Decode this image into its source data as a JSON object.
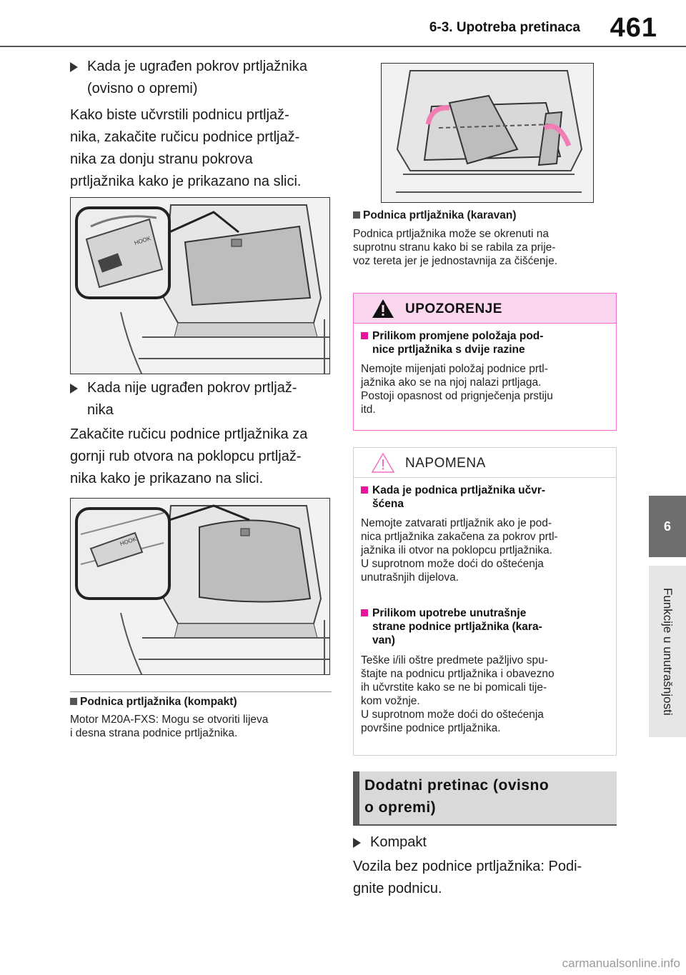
{
  "header": {
    "section_title": "6-3. Upotreba pretinaca",
    "page_number": "461"
  },
  "side_tab": {
    "chapter_number": "6",
    "chapter_title": "Funkcije u unutrašnjosti"
  },
  "left": {
    "bullet1": [
      "Kada je ugrađen pokrov prtljažnika",
      "(ovisno o opremi)"
    ],
    "para1": [
      "Kako biste učvrstili podnicu prtljaž-",
      "nika, zakačite ručicu podnice prtljaž-",
      "nika za donju stranu pokrova",
      "prtljažnika kako je prikazano na slici."
    ],
    "bullet2": [
      "Kada nije ugrađen pokrov prtljaž-",
      "nika"
    ],
    "para2": [
      "Zakačite ručicu podnice prtljažnika za",
      "gornji rub otvora na poklopcu prtljaž-",
      "nika kako je prikazano na slici."
    ],
    "compact_heading": "Podnica prtljažnika (kompakt)",
    "compact_body": [
      "Motor M20A-FXS: Mogu se otvoriti lijeva",
      "i desna strana podnice prtljažnika."
    ],
    "fig_label": "HOOK"
  },
  "right": {
    "wagon_heading": "Podnica prtljažnika (karavan)",
    "wagon_body": [
      "Podnica prtljažnika može se okrenuti na",
      "suprotnu stranu kako bi se rabila za prije-",
      "voz tereta jer je jednostavnija za čišćenje."
    ],
    "warning": {
      "title": "UPOZORENJE",
      "item1_head": [
        "Prilikom promjene položaja pod-",
        "nice prtljažnika s dvije razine"
      ],
      "item1_body": [
        "Nemojte mijenjati položaj podnice prtl-",
        "jažnika ako se na njoj nalazi prtljaga.",
        "Postoji opasnost od prignječenja prstiju",
        "itd."
      ]
    },
    "note": {
      "title": "NAPOMENA",
      "item1_head": [
        "Kada je podnica prtljažnika učvr-",
        "šćena"
      ],
      "item1_body": [
        "Nemojte zatvarati prtljažnik ako je pod-",
        "nica prtljažnika zakačena za pokrov prtl-",
        "jažnika ili otvor na poklopcu prtljažnika.",
        "U suprotnom može doći do oštećenja",
        "unutrašnjih dijelova."
      ],
      "item2_head": [
        "Prilikom upotrebe unutrašnje",
        "strane podnice prtljažnika (kara-",
        "van)"
      ],
      "item2_body": [
        "Teške i/ili oštre predmete pažljivo spu-",
        "štajte na podnicu prtljažnika i obavezno",
        "ih učvrstite kako se ne bi pomicali tije-",
        "kom vožnje.",
        "U suprotnom može doći do oštećenja",
        "površine podnice prtljažnika."
      ]
    },
    "section_heading": [
      "Dodatni pretinac (ovisno",
      "o opremi)"
    ],
    "bullet3": "Kompakt",
    "para3": [
      "Vozila bez podnice prtljažnika: Podi-",
      "gnite podnicu."
    ]
  },
  "watermark": "carmanualsonline.info",
  "colors": {
    "warning_accent": "#e8169a",
    "warning_fill": "#fbd7ef",
    "note_border": "#cfcfcf",
    "side_tab_dark": "#6e6e6e"
  }
}
